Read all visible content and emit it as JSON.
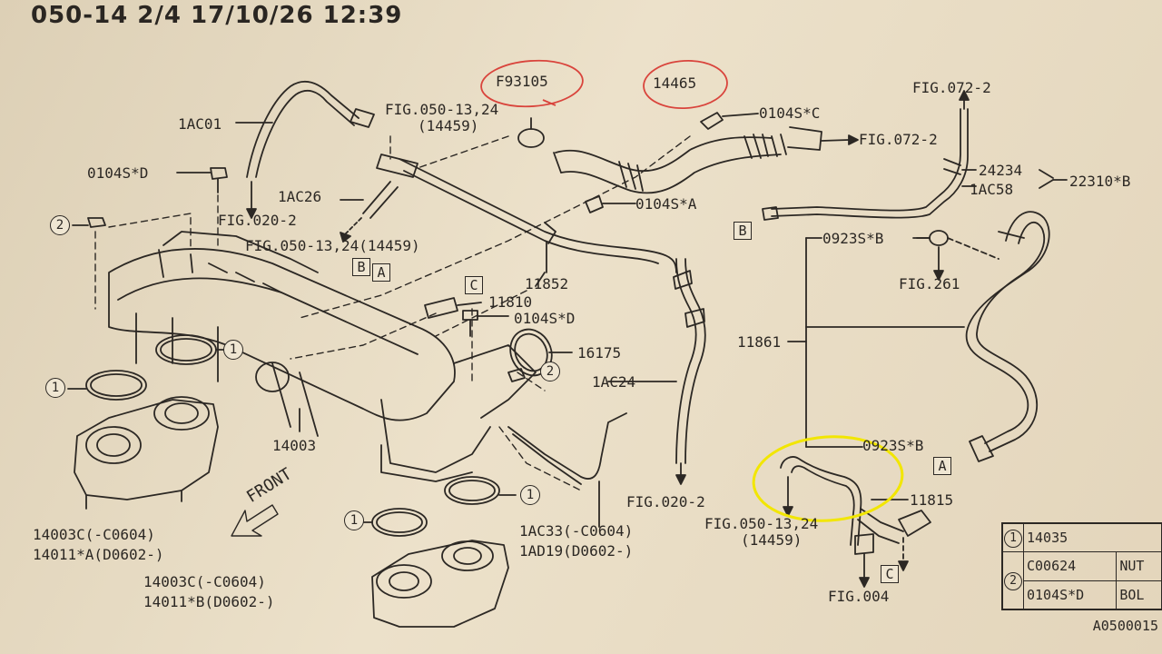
{
  "header": {
    "title": "050-14 2/4 17/10/26 12:39"
  },
  "handwritten": {
    "left_part": "F93105",
    "right_part": "14465"
  },
  "labels": {
    "fig_050_13_24_top": "FIG.050-13,24",
    "p14459_top": "(14459)",
    "p0104s_c": "0104S*C",
    "fig072_2_top": "FIG.072-2",
    "fig072_2_mid": "FIG.072-2",
    "p1ac01": "1AC01",
    "p0104s_d_top": "0104S*D",
    "p1ac26": "1AC26",
    "fig020_2_top": "FIG.020-2",
    "p0104s_a": "0104S*A",
    "p24234": "24234",
    "p1ac58": "1AC58",
    "p22310_b": "22310*B",
    "fig050_13_24_14459_mid": "FIG.050-13,24(14459)",
    "p0923s_b_top": "0923S*B",
    "fig261": "FIG.261",
    "p11852": "11852",
    "p11810": "11810",
    "p0104s_d_mid": "0104S*D",
    "p16175": "16175",
    "p11861": "11861",
    "p1ac24": "1AC24",
    "p14003": "14003",
    "p0923s_b_bot": "0923S*B",
    "p11815": "11815",
    "fig020_2_bot": "FIG.020-2",
    "fig050_13_24_bot": "FIG.050-13,24",
    "p14459_bot": "(14459)",
    "p1ac33": "1AC33(-C0604)",
    "p1ad19": "1AD19(D0602-)",
    "p14003c_left": "14003C(-C0604)",
    "p14011_a": "14011*A(D0602-)",
    "p14003c_mid": "14003C(-C0604)",
    "p14011_b": "14011*B(D0602-)",
    "fig004": "FIG.004",
    "front": "FRONT"
  },
  "callouts": {
    "box_b_left": "B",
    "box_a_left": "A",
    "box_c_mid": "C",
    "box_b_right": "B",
    "box_a_right": "A",
    "box_c_bot": "C",
    "circle_1": "1",
    "circle_2": "2"
  },
  "legend": {
    "rows": [
      {
        "key": "1",
        "part": "14035",
        "type": ""
      },
      {
        "key": "2",
        "part": "C00624",
        "type": "NUT"
      },
      {
        "key": "",
        "part": "0104S*D",
        "type": "BOL"
      }
    ]
  },
  "doc_id": "A0500015",
  "colors": {
    "paper": "#e9dcc4",
    "ink": "#2c2824",
    "red_circle": "#d9443c",
    "yellow_highlight": "#f2e600"
  }
}
